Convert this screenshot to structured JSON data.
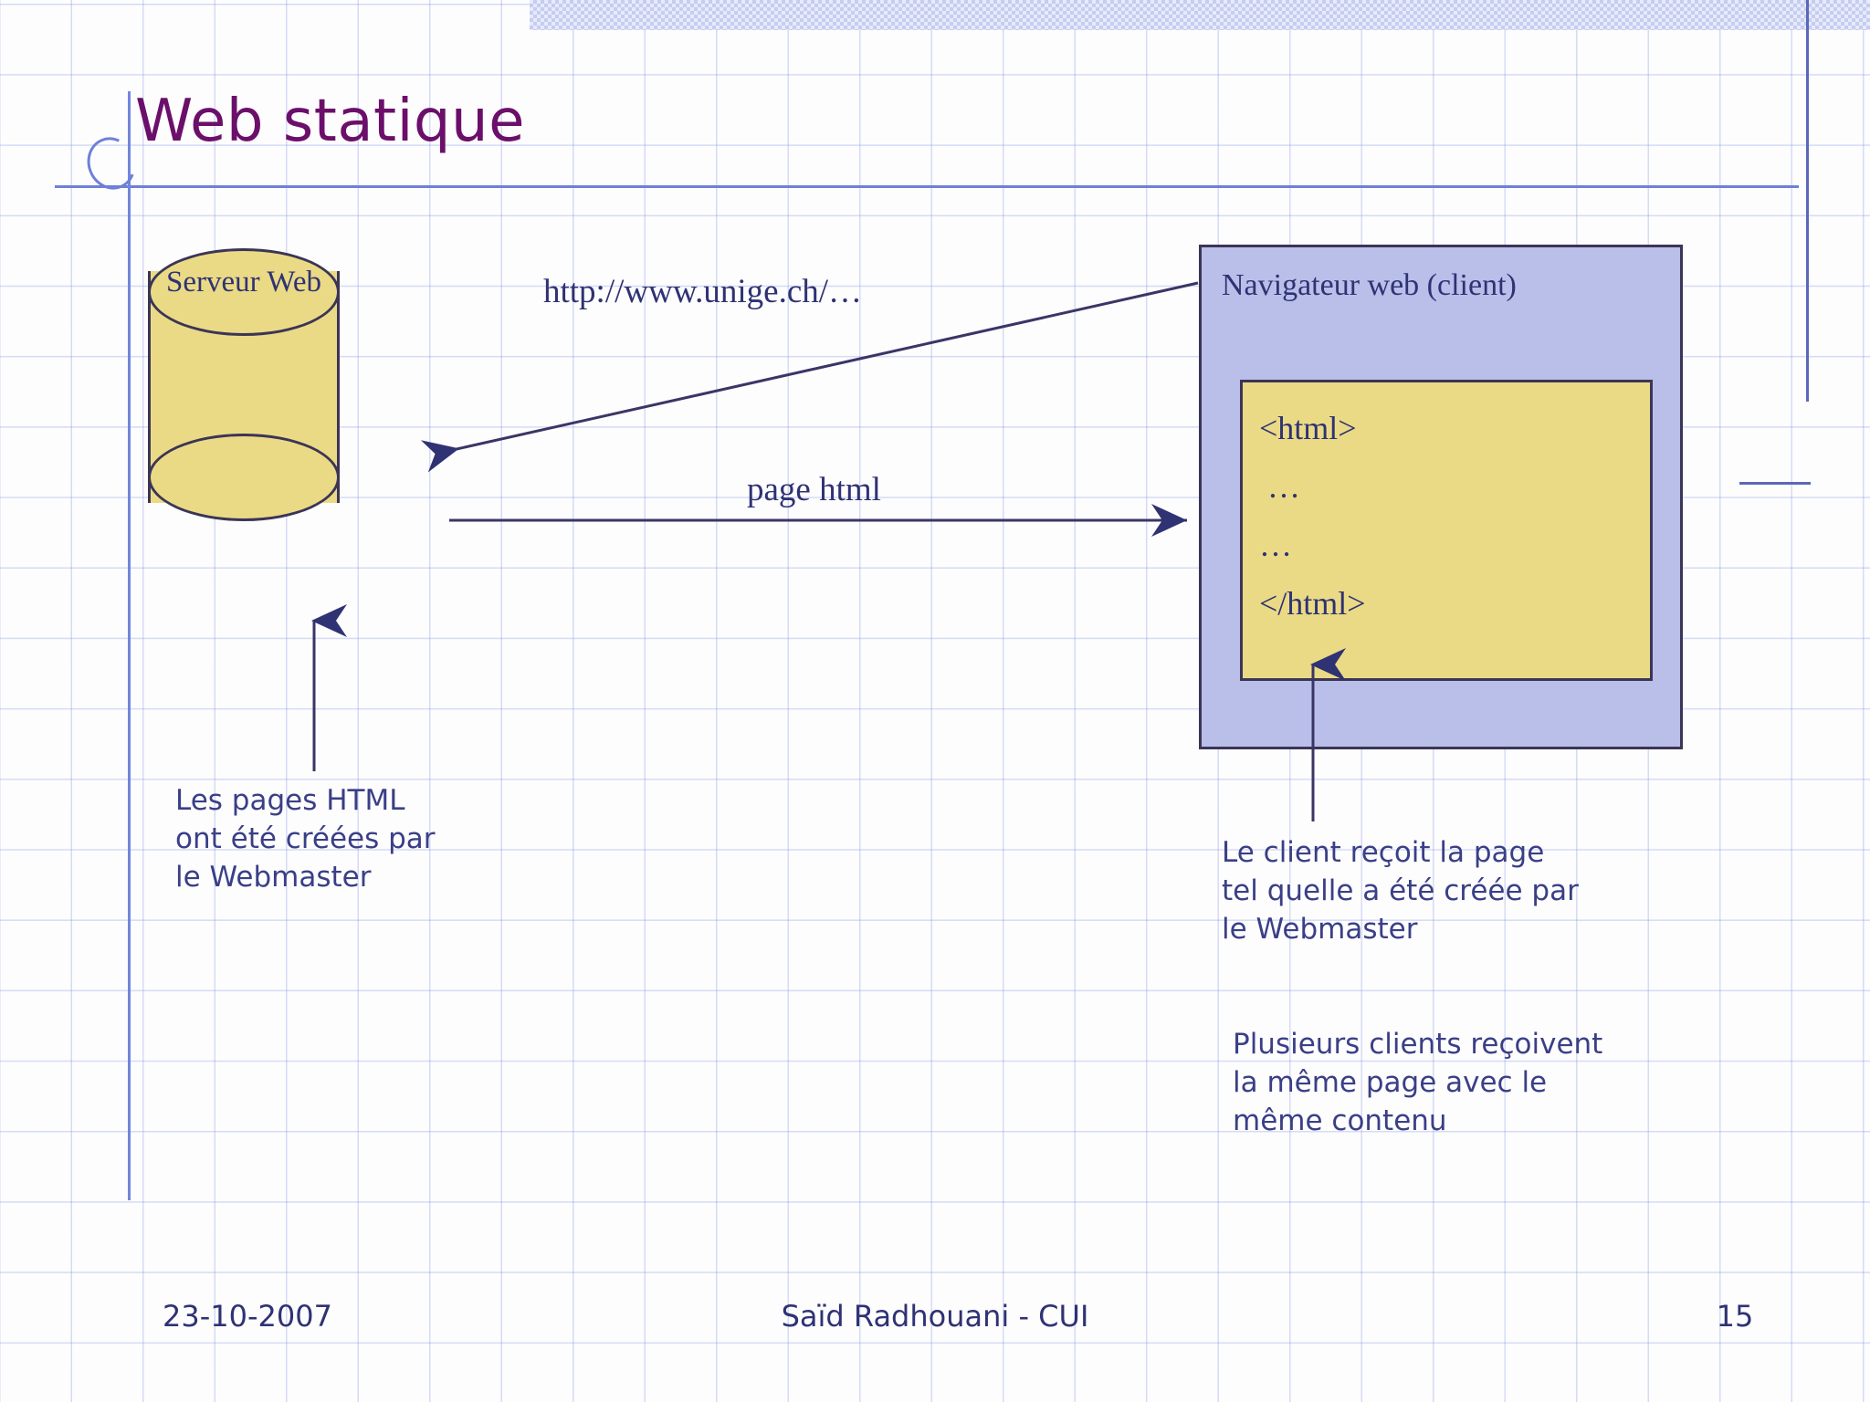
{
  "slide": {
    "title": "Web statique",
    "title_color": "#6b0f6b",
    "accent_navy": "#2f3273",
    "shape_yellow": "#eada85",
    "shape_lavender": "#b9bfe9",
    "outline_dark": "#3b3556"
  },
  "server": {
    "label": "Serveur Web"
  },
  "browser": {
    "title": "Navigateur web (client)",
    "code_lines": [
      "<html>",
      " …",
      "…",
      "",
      "</html>"
    ]
  },
  "connectors": {
    "request_label": "http://www.unige.ch/…",
    "response_label": "page html"
  },
  "annotations": {
    "server_note": "Les pages HTML\nont été créées par\nle Webmaster",
    "client_note_1": "Le client reçoit la page\ntel quelle a été créée par\nle Webmaster",
    "client_note_2": "Plusieurs clients reçoivent\nla même page avec le\nmême contenu"
  },
  "footer": {
    "date": "23-10-2007",
    "author": "Saïd Radhouani - CUI",
    "page_number": "15"
  }
}
